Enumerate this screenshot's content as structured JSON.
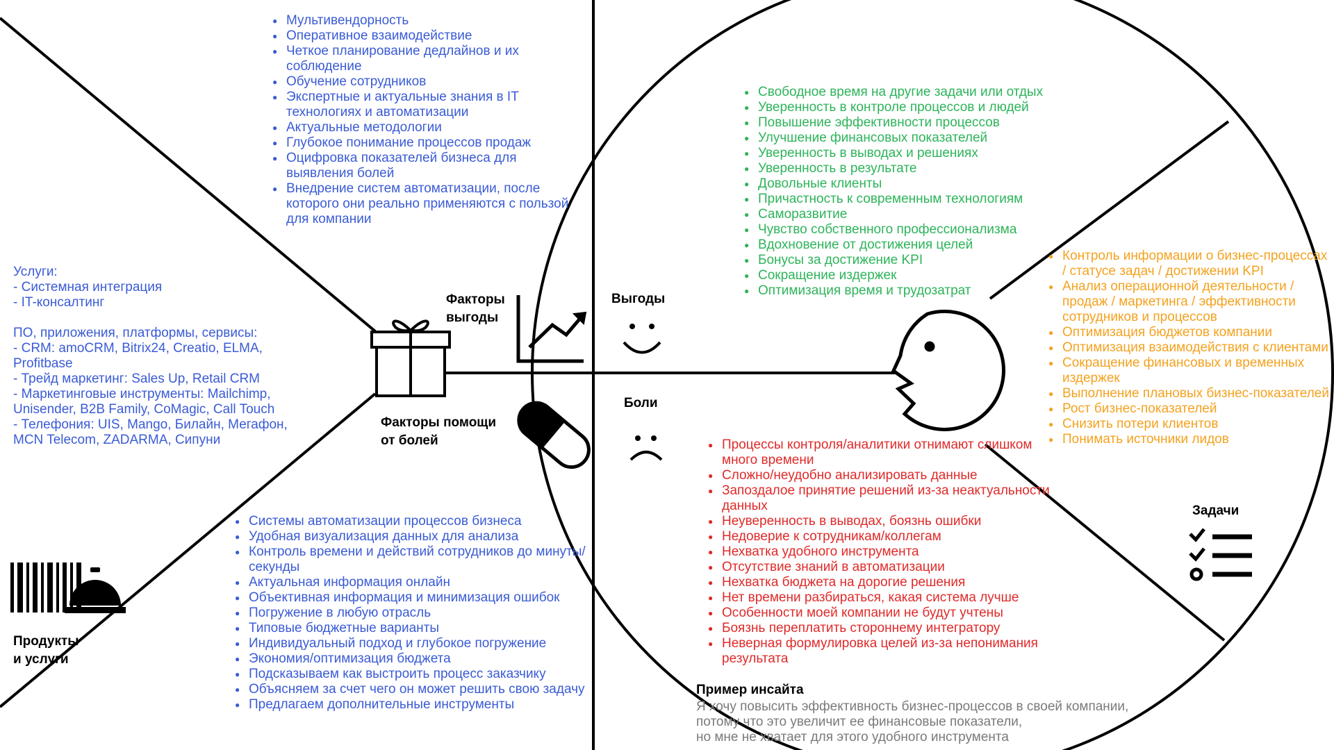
{
  "colors": {
    "blue": "#3a5bd6",
    "green": "#2db45a",
    "orange": "#f4a21f",
    "red": "#e02a2a",
    "gray": "#7a7a7a"
  },
  "icons": [
    "gift-icon",
    "growth-chart-icon",
    "pill-icon",
    "barcode-icon",
    "service-bell-icon",
    "smile-icon",
    "sad-icon",
    "customer-face-icon",
    "checklist-icon"
  ],
  "product_map": {
    "gain_creators_label": [
      "Факторы",
      "выгоды"
    ],
    "pain_relievers_label": [
      "Факторы помощи",
      "от болей"
    ],
    "products_label": [
      "Продукты",
      "и услуги"
    ],
    "gain_creators": [
      "Мультивендорность",
      "Оперативное взаимодействие",
      "Четкое планирование дедлайнов и их соблюдение",
      "Обучение сотрудников",
      "Экспертные и актуальные знания в IT технологиях и автоматизации",
      "Актуальные методологии",
      "Глубокое понимание процессов продаж",
      "Оцифровка показателей бизнеса для выявления болей",
      "Внедрение систем автоматизации, после которого они реально применяются с пользой для компании"
    ],
    "products": [
      "Услуги:",
      "- Системная интеграция",
      "- IT-консалтинг",
      "",
      "ПО, приложения, платформы, сервисы:",
      "- CRM: amoCRM, Bitrix24, Creatio, ELMA, Profitbase",
      "- Трейд маркетинг: Sales Up, Retail CRM",
      "- Маркетинговые инструменты: Mailchimp, Unisender, B2B Family, CoMagic, Call Touch",
      "- Телефония: UIS, Mango, Билайн, Мегафон, MCN Telecom, ZADARMA, Сипуни"
    ],
    "pain_relievers": [
      "Системы автоматизации процессов бизнеса",
      "Удобная визуализация данных для анализа",
      "Контроль времени и действий сотрудников до минуты/секунды",
      "Актуальная информация онлайн",
      "Объективная информация и минимизация ошибок",
      "Погружение в любую отрасль",
      "Типовые бюджетные варианты",
      "Индивидуальный подход и глубокое погружение",
      "Экономия/оптимизация бюджета",
      "Подсказываем как выстроить процесс заказчику",
      "Объясняем за счет чего он может решить свою задачу",
      "Предлагаем дополнительные инструменты"
    ]
  },
  "customer_profile": {
    "gains_label": "Выгоды",
    "pains_label": "Боли",
    "jobs_label": "Задачи",
    "gains": [
      "Свободное время на другие задачи или отдых",
      "Уверенность в контроле процессов и людей",
      "Повышение эффективности процессов",
      "Улучшение финансовых показателей",
      "Уверенность в выводах и решениях",
      "Уверенность в результате",
      "Довольные клиенты",
      "Причастность к современным технологиям",
      "Саморазвитие",
      "Чувство собственного профессионализма",
      "Вдохновение от достижения целей",
      "Бонусы за достижение KPI",
      "Сокращение издержек",
      "Оптимизация время и трудозатрат"
    ],
    "jobs": [
      "Контроль информации о бизнес-процессах / статусе задач / достижении KPI",
      "Анализ операционной деятельности / продаж / маркетинга / эффективности сотрудников и процессов",
      "Оптимизация бюджетов компании",
      "Оптимизация взаимодействия с клиентами",
      "Сокращение финансовых и временных издержек",
      "Выполнение плановых бизнес-показателей",
      "Рост бизнес-показателей",
      "Снизить потери клиентов",
      "Понимать источники лидов"
    ],
    "pains": [
      "Процессы контроля/аналитики отнимают слишком много времени",
      "Сложно/неудобно анализировать данные",
      "Запоздалое принятие решений из-за неактуальности данных",
      "Неуверенность в выводах, боязнь ошибки",
      "Недоверие к сотрудникам/коллегам",
      "Нехватка удобного инструмента",
      "Отсутствие знаний в автоматизации",
      "Нехватка бюджета на дорогие решения",
      "Нет времени разбираться, какая система лучше",
      "Особенности моей компании не будут учтены",
      "Боязнь переплатить стороннему интегратору",
      "Неверная формулировка целей из-за непонимания результата"
    ]
  },
  "insight": {
    "title": "Пример инсайта",
    "lines": [
      "Я хочу повысить эффективность бизнес-процессов в своей компании,",
      "потому что это увеличит ее финансовые показатели,",
      "но мне не хватает для этого удобного инструмента"
    ]
  }
}
